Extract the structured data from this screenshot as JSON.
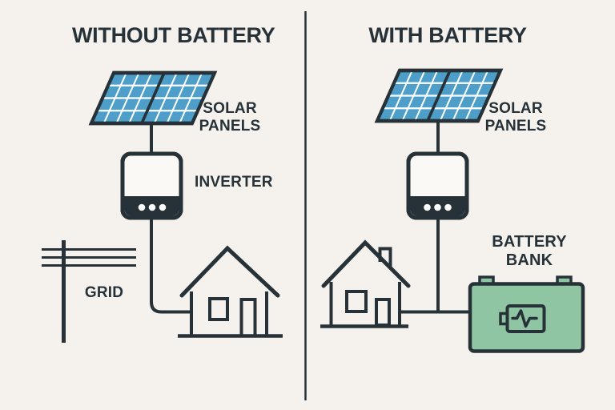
{
  "palette": {
    "background": "#f5f2ed",
    "ink": "#263238",
    "panel_blue": "#4d9fca",
    "panel_grid_white": "#ffffff",
    "battery_green": "#8fc5a2",
    "inverter_fill": "#fbf9f5",
    "dot_white": "#ffffff"
  },
  "left_section": {
    "title": "WITHOUT BATTERY",
    "solar_label_line1": "SOLAR",
    "solar_label_line2": "PANELS",
    "inverter_label": "INVERTER",
    "grid_label": "GRID",
    "icons": [
      "solar-panel",
      "inverter",
      "utility-pole",
      "house"
    ]
  },
  "right_section": {
    "title": "WITH BATTERY",
    "solar_label_line1": "SOLAR",
    "solar_label_line2": "PANELS",
    "battery_label_line1": "BATTERY",
    "battery_label_line2": "BANK",
    "icons": [
      "solar-panel",
      "inverter",
      "house",
      "battery-bank"
    ]
  }
}
